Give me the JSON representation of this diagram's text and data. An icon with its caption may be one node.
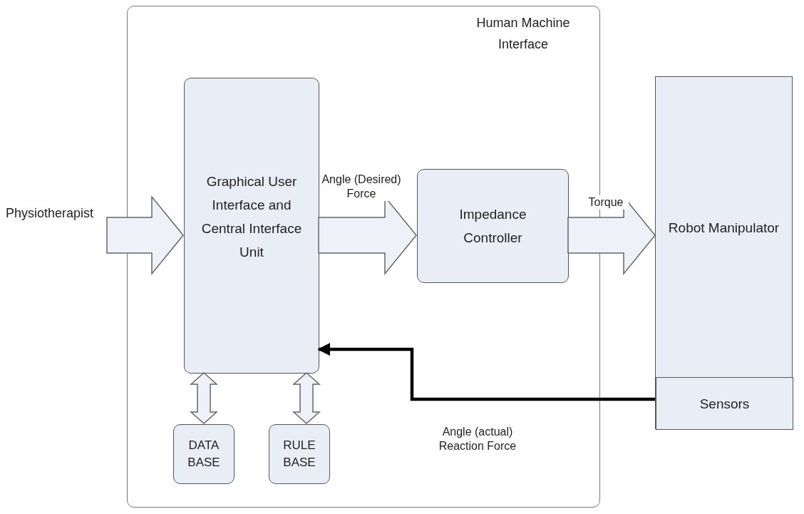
{
  "diagram": {
    "nodes": [
      {
        "text": [
          "Human Machine Interface"
        ]
      },
      {
        "text": [
          "Graphical User Interface and Central Interface Unit"
        ],
        "in": 0
      },
      {
        "text": [
          "Impedance Controller"
        ],
        "in": 0
      },
      {
        "text": [
          "DATA BASE"
        ],
        "in": 0
      },
      {
        "text": [
          "RULE BASE"
        ],
        "in": 0
      },
      {
        "text": [
          "Robot Manipulator"
        ]
      },
      {
        "text": [
          "Sensors"
        ],
        "in": 5
      },
      {
        "text": [
          "Physiotherapist"
        ]
      }
    ],
    "edges": [
      {
        "from": 7,
        "to": 1,
        "arrow": "to"
      },
      {
        "from": 1,
        "to": 2,
        "arrow": "to",
        "label": "Angle (Desired) Force"
      },
      {
        "from": 2,
        "to": 5,
        "arrow": "to",
        "label": "Torque"
      },
      {
        "from": 6,
        "to": 1,
        "arrow": "to",
        "label": "Angle (actual) Reaction Force",
        "color": "#000000"
      },
      {
        "from": 1,
        "to": 3,
        "arrow": "both"
      },
      {
        "from": 1,
        "to": 4,
        "arrow": "both"
      }
    ]
  }
}
